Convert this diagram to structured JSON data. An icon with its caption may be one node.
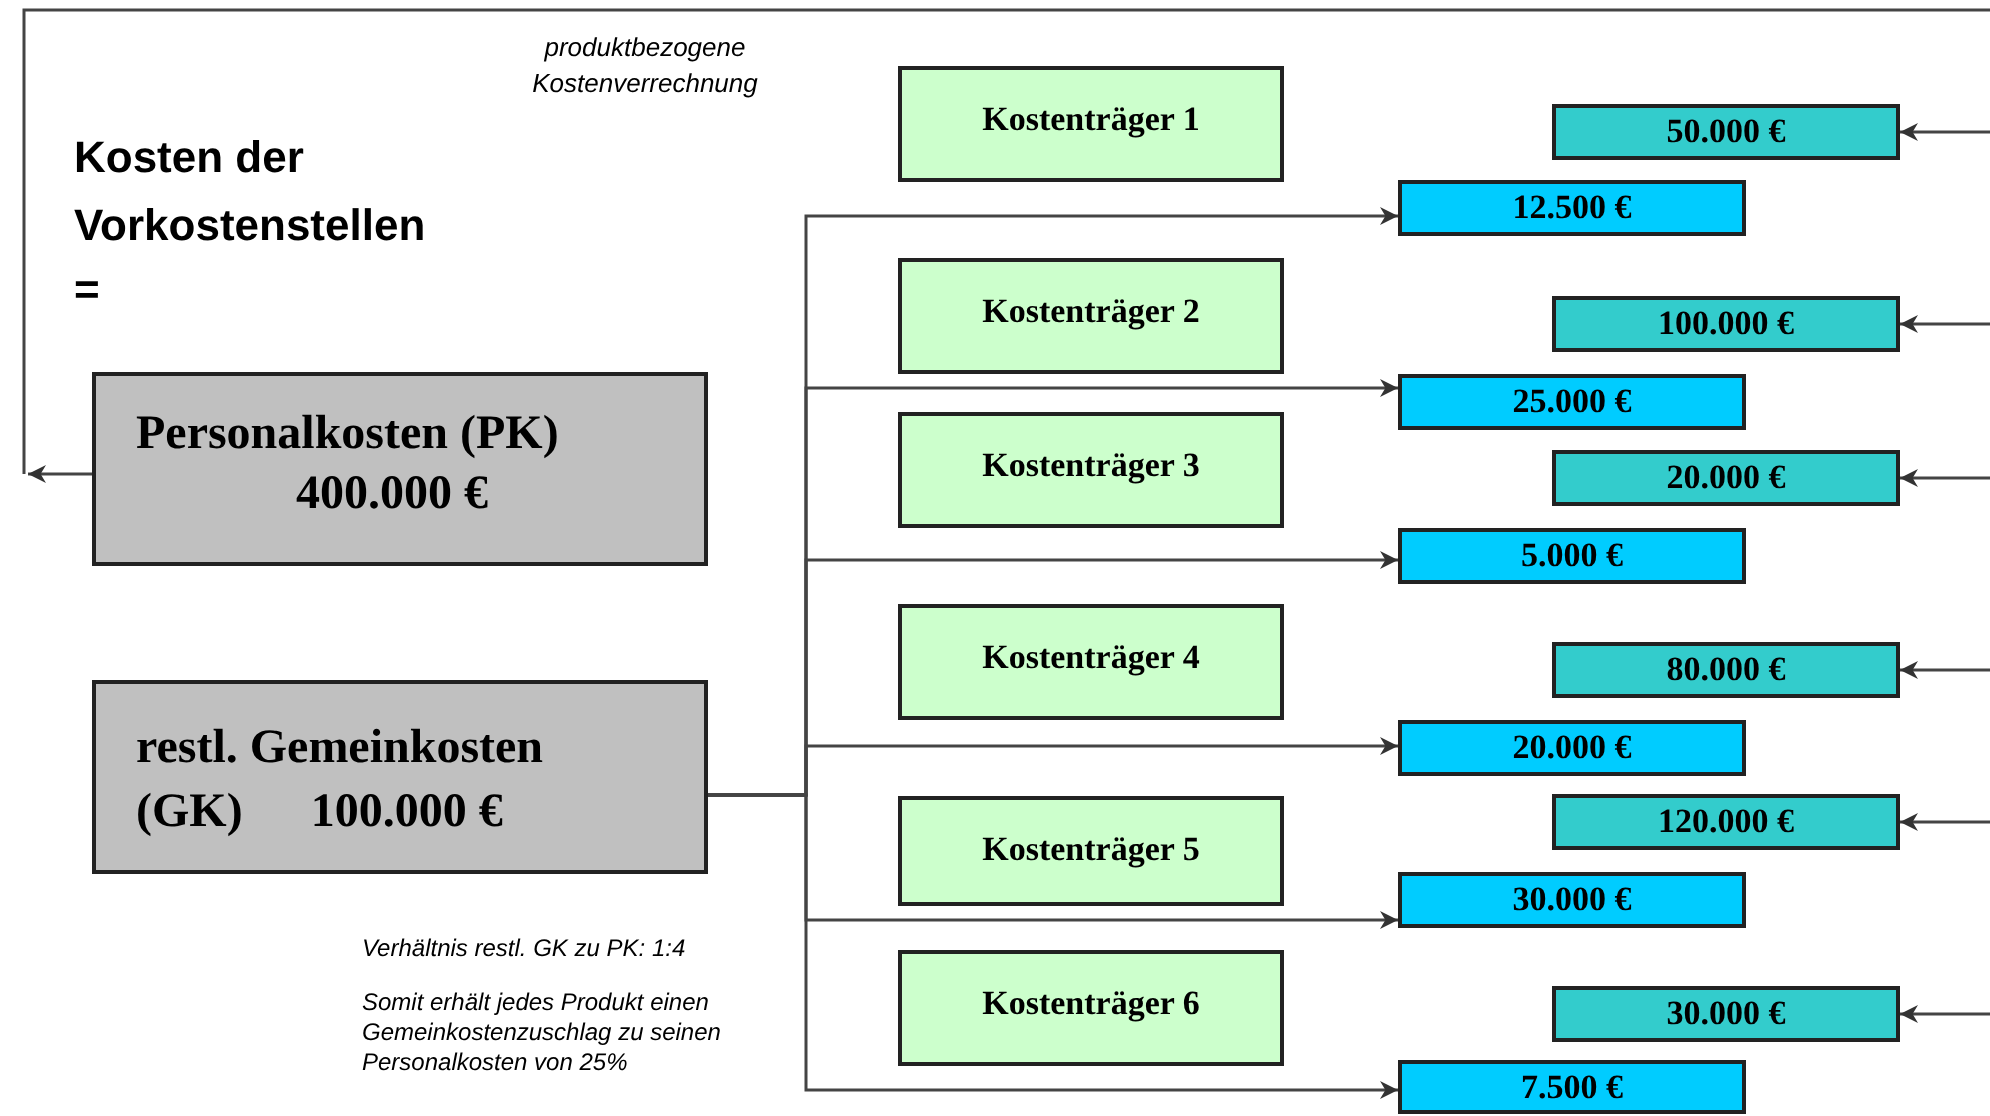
{
  "diagram": {
    "nodes": [
      {
        "text": [
          "Personalkosten (PK)",
          "400.000 €"
        ]
      },
      {
        "text": [
          "restl. Gemeinkosten",
          "(GK)",
          "100.000 €"
        ]
      },
      {
        "text": [
          "Kostenträger 1"
        ]
      },
      {
        "text": [
          "Kostenträger 2"
        ]
      },
      {
        "text": [
          "Kostenträger 3"
        ]
      },
      {
        "text": [
          "Kostenträger 4"
        ]
      },
      {
        "text": [
          "Kostenträger 5"
        ]
      },
      {
        "text": [
          "Kostenträger 6"
        ]
      },
      {
        "text": [
          "50.000 €"
        ]
      },
      {
        "text": [
          "12.500 €"
        ]
      },
      {
        "text": [
          "100.000 €"
        ]
      },
      {
        "text": [
          "25.000 €"
        ]
      },
      {
        "text": [
          "20.000 €"
        ]
      },
      {
        "text": [
          "5.000 €"
        ]
      },
      {
        "text": [
          "80.000 €"
        ]
      },
      {
        "text": [
          "20.000 €"
        ]
      },
      {
        "text": [
          "120.000 €"
        ]
      },
      {
        "text": [
          "30.000 €"
        ]
      },
      {
        "text": [
          "30.000 €"
        ]
      },
      {
        "text": [
          "7.500 €"
        ]
      }
    ],
    "edges": [
      {
        "from": 0,
        "to": null,
        "arrow": "to"
      },
      {
        "from": 1,
        "to": 9,
        "arrow": "to"
      },
      {
        "from": 1,
        "to": 11,
        "arrow": "to"
      },
      {
        "from": 1,
        "to": 13,
        "arrow": "to"
      },
      {
        "from": 1,
        "to": 15,
        "arrow": "to"
      },
      {
        "from": 1,
        "to": 17,
        "arrow": "to"
      },
      {
        "from": 1,
        "to": 19,
        "arrow": "to"
      },
      {
        "from": null,
        "to": 8,
        "arrow": "to"
      },
      {
        "from": null,
        "to": 10,
        "arrow": "to"
      },
      {
        "from": null,
        "to": 12,
        "arrow": "to"
      },
      {
        "from": null,
        "to": 14,
        "arrow": "to"
      },
      {
        "from": null,
        "to": 16,
        "arrow": "to"
      },
      {
        "from": null,
        "to": 18,
        "arrow": "to"
      }
    ],
    "labels": [
      "produktbezogene Kostenverrechnung",
      "Kosten der Vorkostenstellen",
      "=",
      "Verhältnis restl. GK zu PK: 1:4",
      "Somit erhält jedes Produkt einen Gemeinkostenzuschlag zu seinen Personalkosten von 25%"
    ]
  }
}
